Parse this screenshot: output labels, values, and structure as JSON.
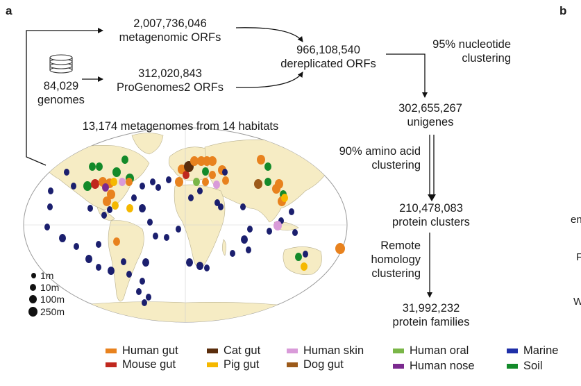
{
  "panels": {
    "a": "a",
    "b": "b"
  },
  "metagenomic": {
    "count": "2,007,736,046",
    "label": "metagenomic ORFs"
  },
  "progenomes": {
    "count": "312,020,843",
    "label": "ProGenomes2 ORFs"
  },
  "genomes": {
    "count": "84,029",
    "label": "genomes"
  },
  "derep": {
    "count": "966,108,540",
    "label": "dereplicated ORFs"
  },
  "step1": {
    "line1": "95% nucleotide",
    "line2": "clustering"
  },
  "unigenes": {
    "count": "302,655,267",
    "label": "unigenes"
  },
  "step2": {
    "line1": "90% amino acid",
    "line2": "clustering"
  },
  "clusters": {
    "count": "210,478,083",
    "label": "protein clusters"
  },
  "step3": {
    "line1": "Remote",
    "line2": "homology",
    "line3": "clustering"
  },
  "families": {
    "count": "31,992,232",
    "label": "protein families"
  },
  "map_title": "13,174 metagenomes from 14 habitats",
  "scale": [
    "1m",
    "10m",
    "100m",
    "250m"
  ],
  "legend": [
    {
      "label": "Human gut",
      "color": "#e8821e"
    },
    {
      "label": "Mouse gut",
      "color": "#c0281e"
    },
    {
      "label": "Cat gut",
      "color": "#5a2d0c"
    },
    {
      "label": "Pig gut",
      "color": "#f5b800"
    },
    {
      "label": "Human skin",
      "color": "#d99bd9"
    },
    {
      "label": "Dog gut",
      "color": "#9c5a1a"
    },
    {
      "label": "Human oral",
      "color": "#7ab648"
    },
    {
      "label": "Human nose",
      "color": "#7b2a8f"
    },
    {
      "label": "Marine",
      "color": "#1f2fa8"
    },
    {
      "label": "Soil",
      "color": "#138a2a"
    }
  ],
  "colors": {
    "ocean_dot": "#1b1f6e",
    "land": "#f6ecc4",
    "ocean": "#ffffff"
  },
  "cut_off": [
    "en",
    "F",
    "W"
  ]
}
